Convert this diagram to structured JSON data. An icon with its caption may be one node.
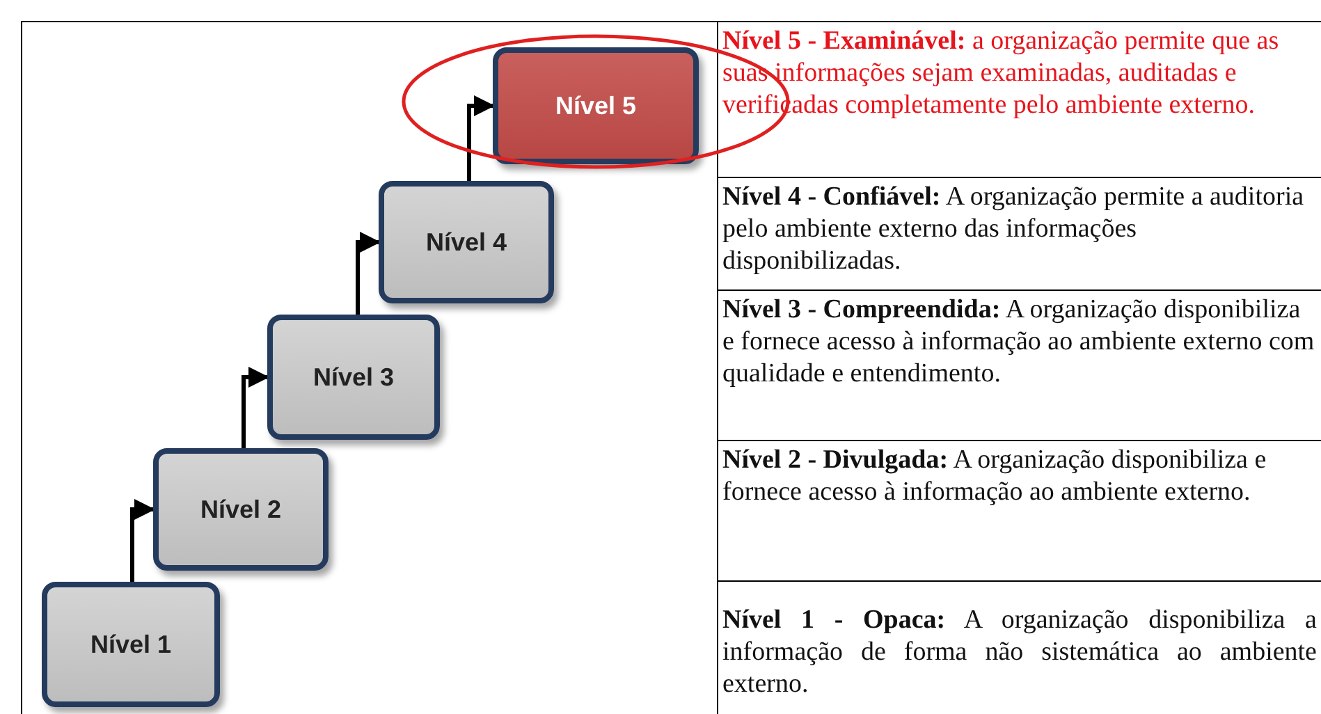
{
  "diagram": {
    "nodes": [
      {
        "text": [
          "Nível 1"
        ]
      },
      {
        "text": [
          "Nível 2"
        ]
      },
      {
        "text": [
          "Nível 3"
        ]
      },
      {
        "text": [
          "Nível 4"
        ]
      },
      {
        "text": [
          "Nível 5"
        ]
      }
    ],
    "edges": [
      {
        "from": 0,
        "to": 1,
        "arrow": "to"
      },
      {
        "from": 1,
        "to": 2,
        "arrow": "to"
      },
      {
        "from": 2,
        "to": 3,
        "arrow": "to"
      },
      {
        "from": 3,
        "to": 4,
        "arrow": "to"
      }
    ],
    "labels": [
      "**Nível 5 - Examinável:** a organização permite que as suas informações sejam examinadas, auditadas e verificadas completamente pelo ambiente externo.",
      "**Nível 4 - Confiável:** A organização permite a auditoria pelo ambiente externo das informações disponibilizadas.",
      "**Nível 3 - Compreendida:** A organização disponibiliza e fornece acesso à informação ao ambiente externo com qualidade e entendimento.",
      "**Nível 2 - Divulgada:** A organização disponibiliza e fornece acesso à informação ao ambiente externo.",
      "**Nível 1 - Opaca:** A organização disponibiliza a informação de forma não sistemática ao ambiente externo."
    ]
  }
}
